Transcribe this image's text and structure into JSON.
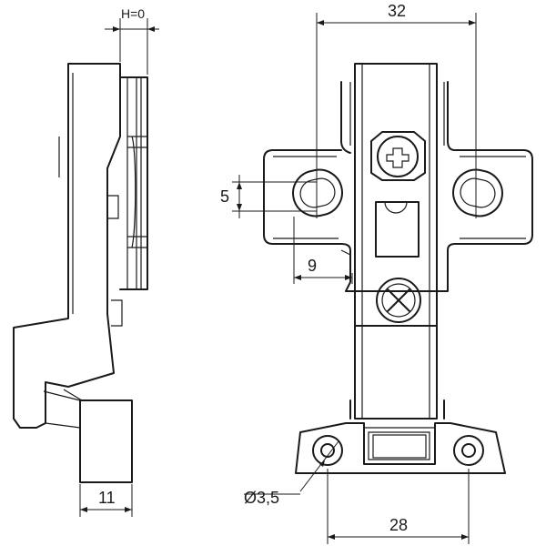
{
  "dimensions": {
    "h_offset": "H=0",
    "top_width": "32",
    "slot_height": "5",
    "slot_offset": "9",
    "side_width": "11",
    "hole_diameter": "Ø3,5",
    "bottom_width": "28"
  },
  "icons": [
    "cross-head-screw-icon",
    "adjustment-screw-icon"
  ]
}
